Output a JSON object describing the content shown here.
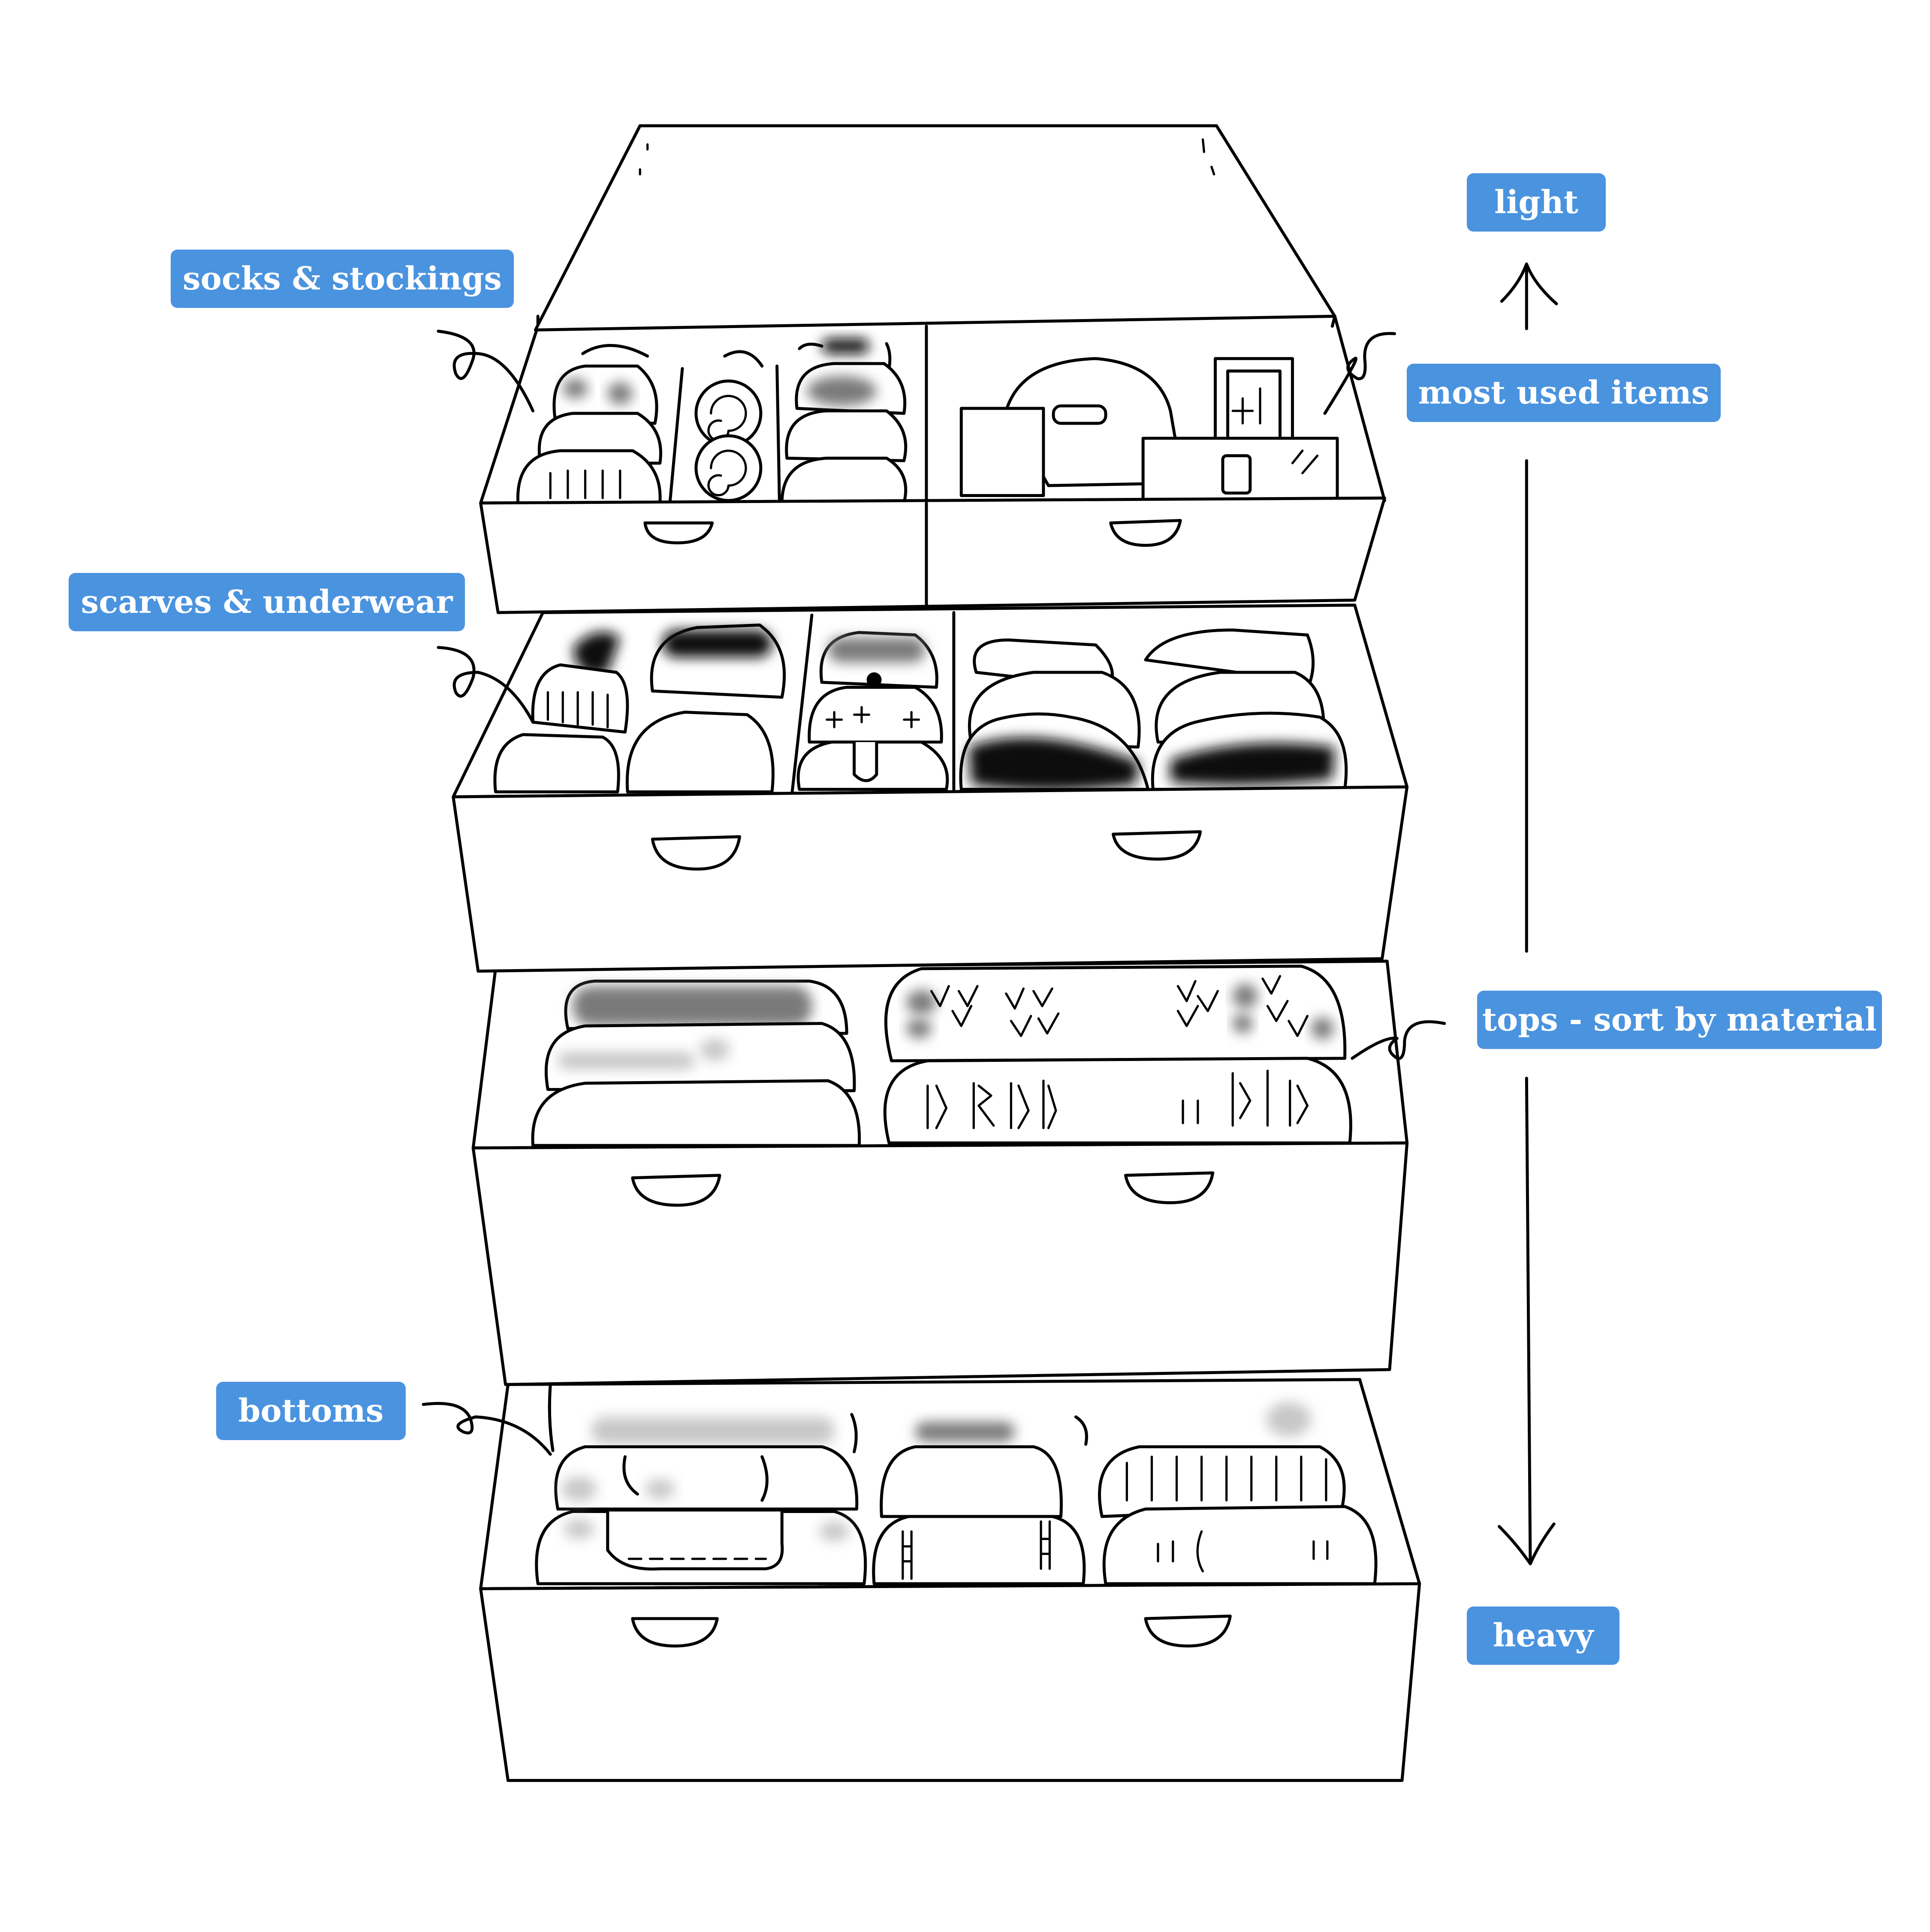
{
  "title": "Drawer organization by weight",
  "colors": {
    "label_background": "#4A93DF",
    "label_text": "#FFFFFF",
    "line": "#000000",
    "background": "#FFFFFF"
  },
  "labels": {
    "socks": "socks & stockings",
    "most_used": "most used items",
    "scarves": "scarves & underwear",
    "tops": "tops - sort by material",
    "bottoms": "bottoms",
    "light": "light",
    "heavy": "heavy"
  },
  "scale": {
    "top_end": "light",
    "bottom_end": "heavy",
    "direction": "weight increases downward"
  },
  "drawers": [
    {
      "level": 1,
      "contents": [
        "socks & stockings",
        "most used items"
      ],
      "compartments": 4
    },
    {
      "level": 2,
      "contents": [
        "scarves & underwear"
      ],
      "compartments": 4
    },
    {
      "level": 3,
      "contents": [
        "tops - sort by material"
      ],
      "compartments": 2
    },
    {
      "level": 4,
      "contents": [
        "bottoms"
      ],
      "compartments": 3
    }
  ]
}
